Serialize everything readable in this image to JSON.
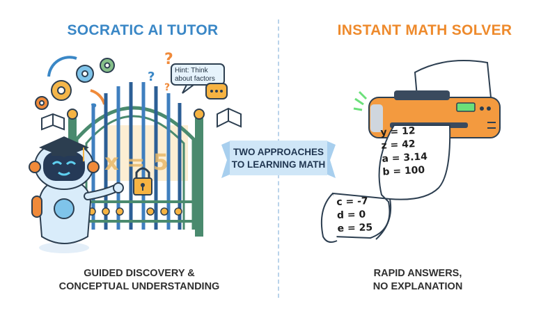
{
  "left": {
    "title": "SOCRATIC AI TUTOR",
    "caption_line1": "GUIDED DISCOVERY &",
    "caption_line2": "CONCEPTUAL UNDERSTANDING",
    "hint_line1": "Hint: Think",
    "hint_line2": "about factors",
    "scroll_text": "x = 5"
  },
  "right": {
    "title": "INSTANT MATH SOLVER",
    "caption_line1": "RAPID ANSWERS,",
    "caption_line2": "NO EXPLANATION",
    "receipt_upper": [
      "y = 12",
      "z = 42",
      "a = 3.14",
      "b = 100"
    ],
    "receipt_lower": [
      "c = -7",
      "d = 0",
      "e = 25"
    ]
  },
  "center": {
    "banner_line1": "TWO APPROACHES",
    "banner_line2": "TO LEARNING MATH"
  },
  "colors": {
    "tutor_blue": "#3a87c6",
    "solver_orange": "#ee8a2c",
    "gate_green": "#4a8a6e",
    "banner_blue": "#cfe6f7"
  },
  "icons": [
    "robot-tutor-icon",
    "graduation-cap-icon",
    "gear-icon",
    "question-mark-icon",
    "speech-bubble-icon",
    "open-book-icon",
    "padlock-icon",
    "printer-icon"
  ]
}
